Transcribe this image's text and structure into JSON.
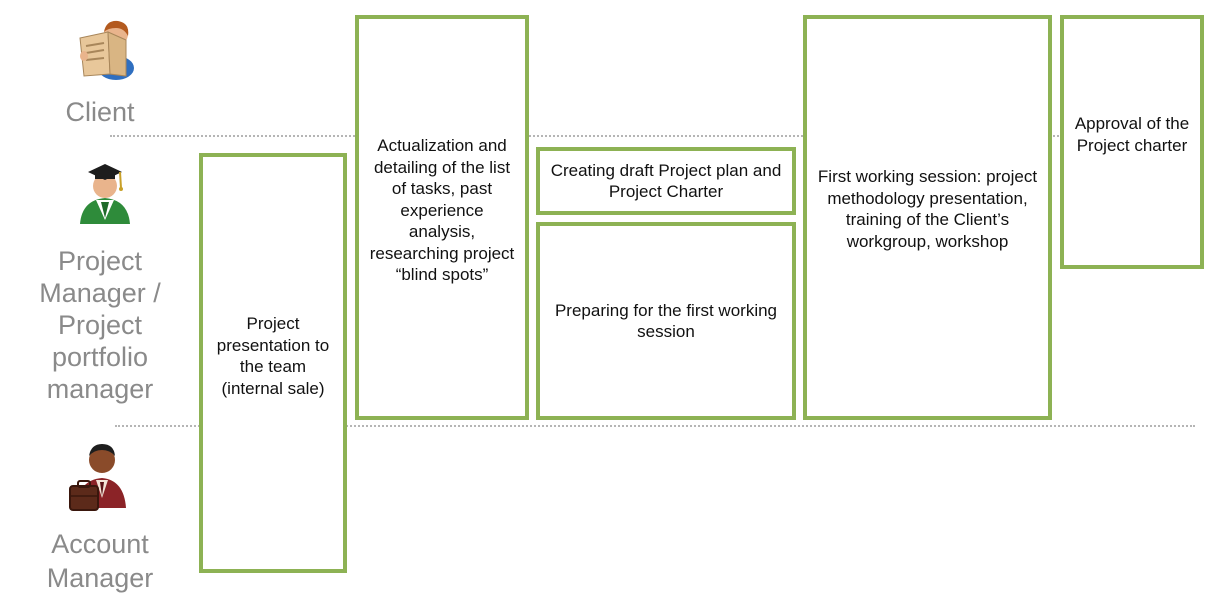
{
  "lanes": {
    "client": "Client",
    "project_manager": "Project Manager / Project portfolio manager",
    "account_manager": "Account Manager"
  },
  "icons": {
    "client": "person-reading-newspaper-icon",
    "project_manager": "graduate-person-icon",
    "account_manager": "businessman-with-briefcase-icon"
  },
  "steps": {
    "presentation": "Project presentation to the team (internal sale)",
    "actualization": "Actualization and detailing of the list of tasks, past experience analysis, researching project “blind spots”",
    "draft_plan": "Creating draft Project plan and Project Charter",
    "preparing": "Preparing for the first working session",
    "first_session": "First working session: project methodology presentation, training of the Client’s workgroup, workshop",
    "approval": "Approval of the Project charter"
  },
  "colors": {
    "box_border": "#8db254",
    "lane_label": "#8a8a8a",
    "divider": "#b5b5b5"
  }
}
